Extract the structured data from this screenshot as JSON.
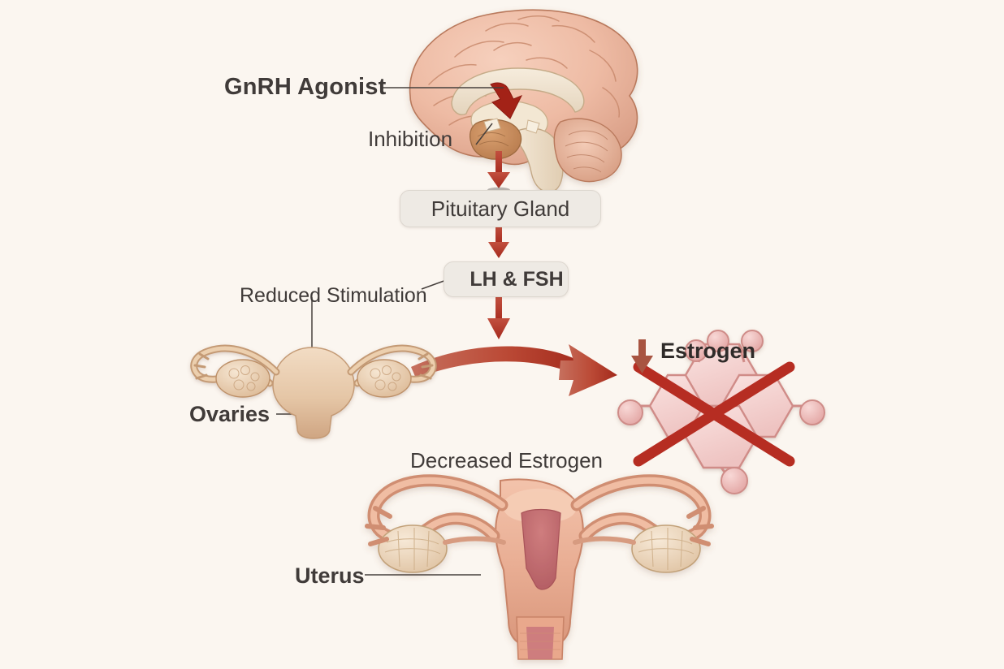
{
  "diagram": {
    "title_context": "GnRH Agonist mechanism of action",
    "background_color": "#fbf6f0",
    "accent_red": "#b93a2e",
    "dark_red": "#9e2a20",
    "text_color": "#403b39"
  },
  "labels": {
    "gnrh_agonist": "GnRH Agonist",
    "inhibition": "Inhibition",
    "reduced_stimulation": "Reduced Stimulation",
    "ovaries": "Ovaries",
    "decreased_estrogen": "Decreased Estrogen",
    "uterus": "Uterus"
  },
  "nodes": {
    "pituitary_gland": "Pituitary Gland",
    "lh_fsh": {
      "arrow": "↓",
      "text": "LH & FSH"
    },
    "estrogen": {
      "arrow": "↓",
      "text": "Estrogen"
    }
  },
  "illustrations": {
    "brain": "brain-sagittal-illustration",
    "ovaries_organ": "uterus-ovaries-small-illustration",
    "uterus_organ": "uterus-ovaries-large-illustration",
    "estrogen_molecule": "steroid-molecule-crossed-out"
  },
  "flow": {
    "arrows": [
      "brain-to-pituitary",
      "pituitary-to-lh-fsh",
      "lh-fsh-to-ovaries",
      "ovaries-to-estrogen-curved"
    ]
  }
}
